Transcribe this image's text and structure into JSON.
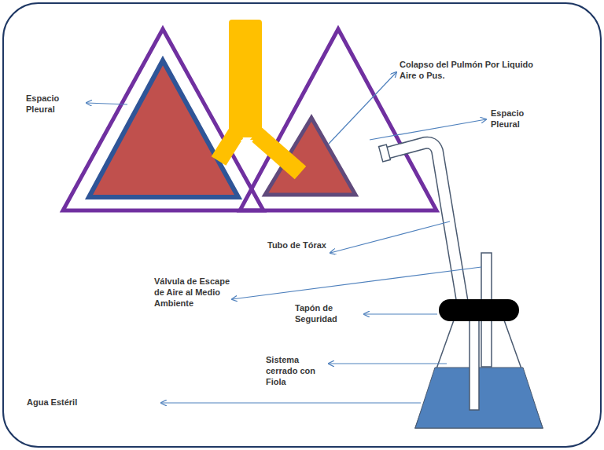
{
  "diagram": {
    "labels": [
      "Espacio Pleural",
      "Colapso del Pulmón Por Liquido Aire o Pus.",
      "Espacio Pleural",
      "Tubo de Tórax",
      "Válvula de Escape de Aire al Medio Ambiente",
      "Tapón de Seguridad",
      "Sistema cerrado con Fiola",
      "Agua Estéril"
    ]
  }
}
